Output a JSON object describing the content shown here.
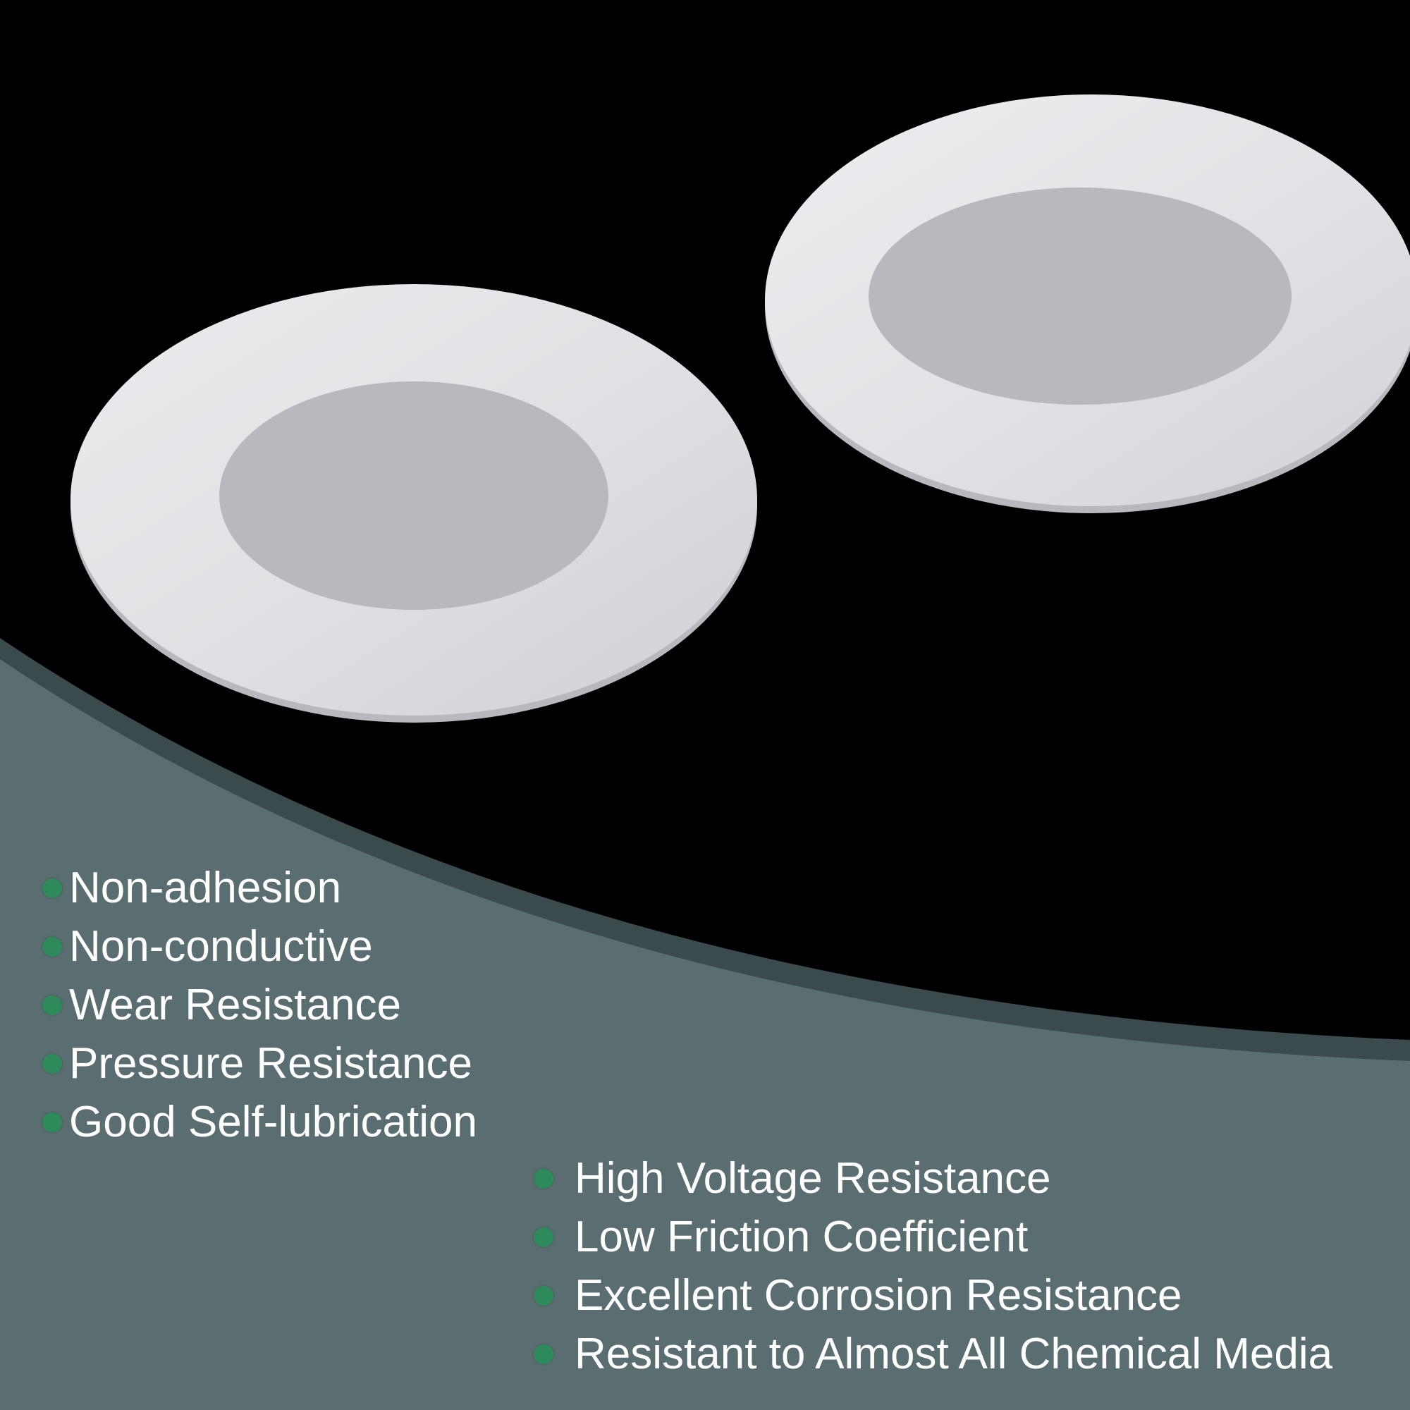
{
  "features_left": [
    "Non-adhesion",
    "Non-conductive",
    "Wear Resistance",
    "Pressure Resistance",
    "Good Self-lubrication"
  ],
  "features_right": [
    "High Voltage Resistance",
    "Low Friction Coefficient",
    "Excellent Corrosion Resistance",
    "Resistant to Almost All Chemical Media"
  ],
  "colors": {
    "background": "#000000",
    "panel": "#5a6d70",
    "panel_edge": "#3a4a4d",
    "washer": "#e2e2e6",
    "bullet": "#2e8a5a",
    "text": "#ffffff"
  },
  "icons": {
    "bullet": "green-dot-icon"
  }
}
